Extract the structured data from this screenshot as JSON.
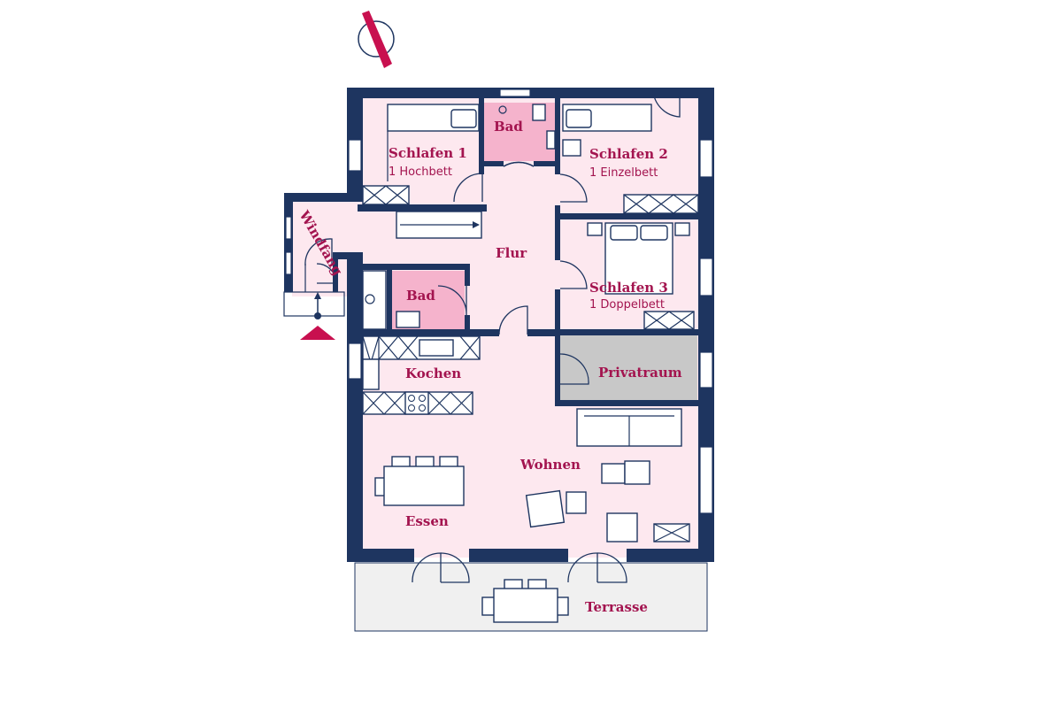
{
  "plan": {
    "rooms": {
      "schlafen1": {
        "name": "Schlafen 1",
        "sub": "1 Hochbett"
      },
      "bad_top": {
        "name": "Bad"
      },
      "schlafen2": {
        "name": "Schlafen 2",
        "sub": "1 Einzelbett"
      },
      "flur": {
        "name": "Flur"
      },
      "schlafen3": {
        "name": "Schlafen 3",
        "sub": "1 Doppelbett"
      },
      "windfang": {
        "name": "Windfang"
      },
      "bad_small": {
        "name": "Bad"
      },
      "kochen": {
        "name": "Kochen"
      },
      "privatraum": {
        "name": "Privatraum"
      },
      "wohnen": {
        "name": "Wohnen"
      },
      "essen": {
        "name": "Essen"
      },
      "terrasse": {
        "name": "Terrasse"
      }
    },
    "colors": {
      "wall": "#1e3560",
      "floor": "#fde8ef",
      "bath": "#f5b3cc",
      "private": "#c8c8c8",
      "terrace": "#f0f0f0",
      "accent": "#c8104f",
      "label": "#a3144f"
    },
    "icons": [
      "compass-north-arrow-icon",
      "entrance-arrow-icon"
    ]
  }
}
